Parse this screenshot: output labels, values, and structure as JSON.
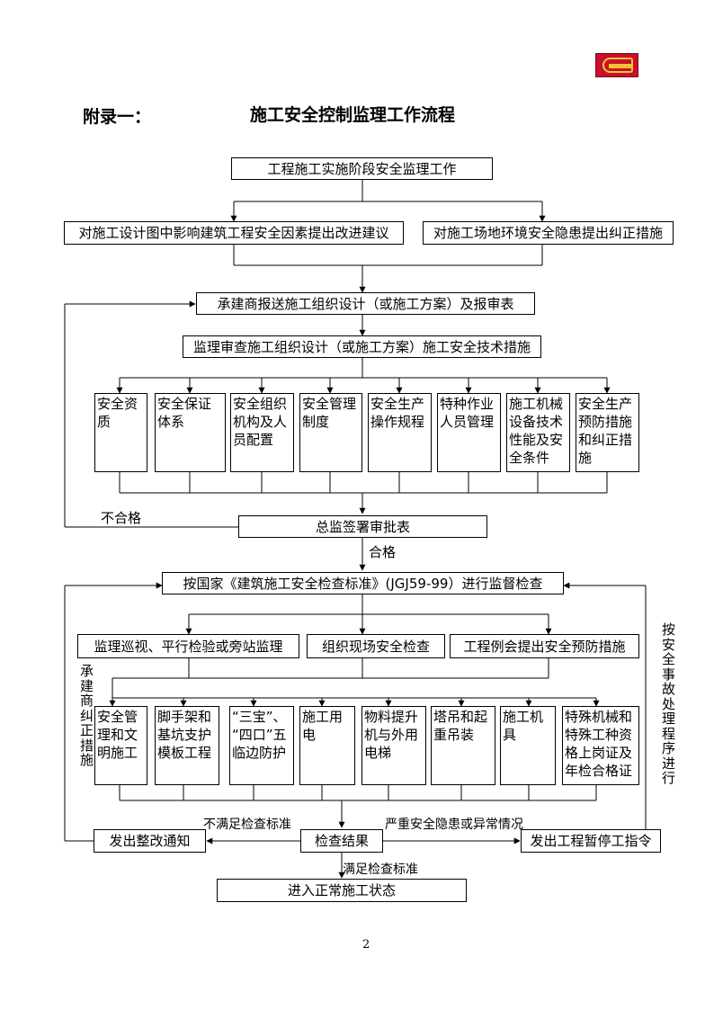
{
  "header": {
    "appendix_label": "附录一：",
    "title": "施工安全控制监理工作流程"
  },
  "flow": {
    "start": "工程施工实施阶段安全监理工作",
    "suggest_left": "对施工设计图中影响建筑工程安全因素提出改进建议",
    "suggest_right": "对施工场地环境安全隐患提出纠正措施",
    "submit": "承建商报送施工组织设计（或施工方案）及报审表",
    "review": "监理审查施工组织设计（或施工方案）施工安全技术措施",
    "review_items": [
      [
        "安全资",
        "质"
      ],
      [
        "安全保证",
        "体系"
      ],
      [
        "安全组织",
        "机构及人",
        "员配置"
      ],
      [
        "安全管理",
        "制度"
      ],
      [
        "安全生产",
        "操作规程"
      ],
      [
        "特种作业",
        "人员管理"
      ],
      [
        "施工机械",
        "设备技术",
        "性能及安",
        "全条件"
      ],
      [
        "安全生产",
        "预防措施",
        "和纠正措",
        "施"
      ]
    ],
    "chief_approve": "总监签署审批表",
    "fail_label": "不合格",
    "pass_label": "合格",
    "inspect_standard": "按国家《建筑施工安全检查标准》(JGJ59-99）进行监督检查",
    "methods": [
      "监理巡视、平行检验或旁站监理",
      "组织现场安全检查",
      "工程例会提出安全预防措施"
    ],
    "check_items": [
      [
        "安全管",
        "理和文",
        "明施工"
      ],
      [
        "脚手架和",
        "基坑支护",
        "模板工程"
      ],
      [
        "“三宝”、",
        "“四口”五",
        "临边防护"
      ],
      [
        "施工用",
        "电"
      ],
      [
        "物料提升",
        "机与外用",
        "电梯"
      ],
      [
        "塔吊和起",
        "重吊装"
      ],
      [
        "施工机",
        "具"
      ],
      [
        "特殊机械和",
        "特殊工种资",
        "格上岗证及",
        "年检合格证"
      ]
    ],
    "contractor_side_label": "承建商纠正措施",
    "accident_side_label": "按安全事故处理程序进行",
    "rectify_notice": "发出整改通知",
    "check_result": "检查结果",
    "stop_order": "发出工程暂停工指令",
    "not_meet_label": "不满足检查标准",
    "serious_label": "严重安全隐患或异常情况",
    "meet_label": "满足检查标准",
    "normal_state": "进入正常施工状态"
  },
  "footer": {
    "page_number": "2"
  }
}
